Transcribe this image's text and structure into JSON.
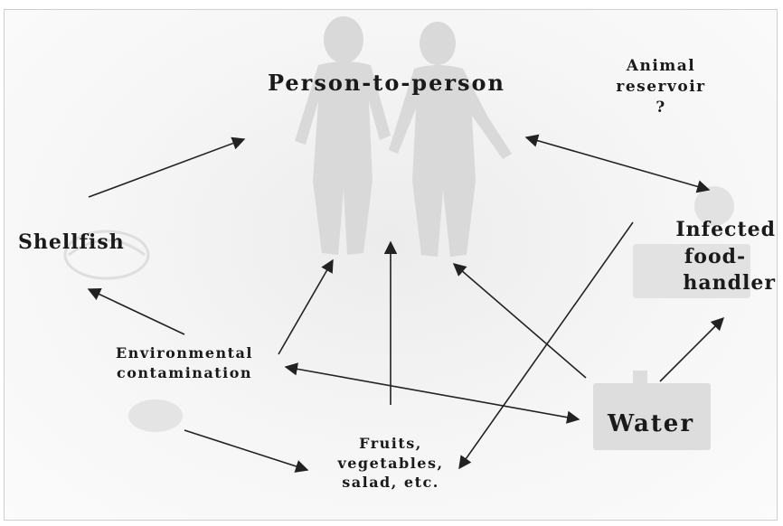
{
  "diagram": {
    "nodes": {
      "person_to_person": "Person-to-person",
      "animal_reservoir": [
        "Animal",
        "reservoir",
        "?"
      ],
      "shellfish": "Shellfish",
      "infected_food_handler": [
        "Infected",
        "food-",
        "handler"
      ],
      "environmental_contamination": [
        "Environmental",
        "contamination"
      ],
      "water": "Water",
      "fruits_vegetables": [
        "Fruits,",
        "vegetables,",
        "salad, etc."
      ]
    },
    "colors": {
      "text": "#1a1a1a",
      "arrow": "#222222",
      "silhouette": "#d9d9d9",
      "background": "#f3f3f3"
    }
  }
}
